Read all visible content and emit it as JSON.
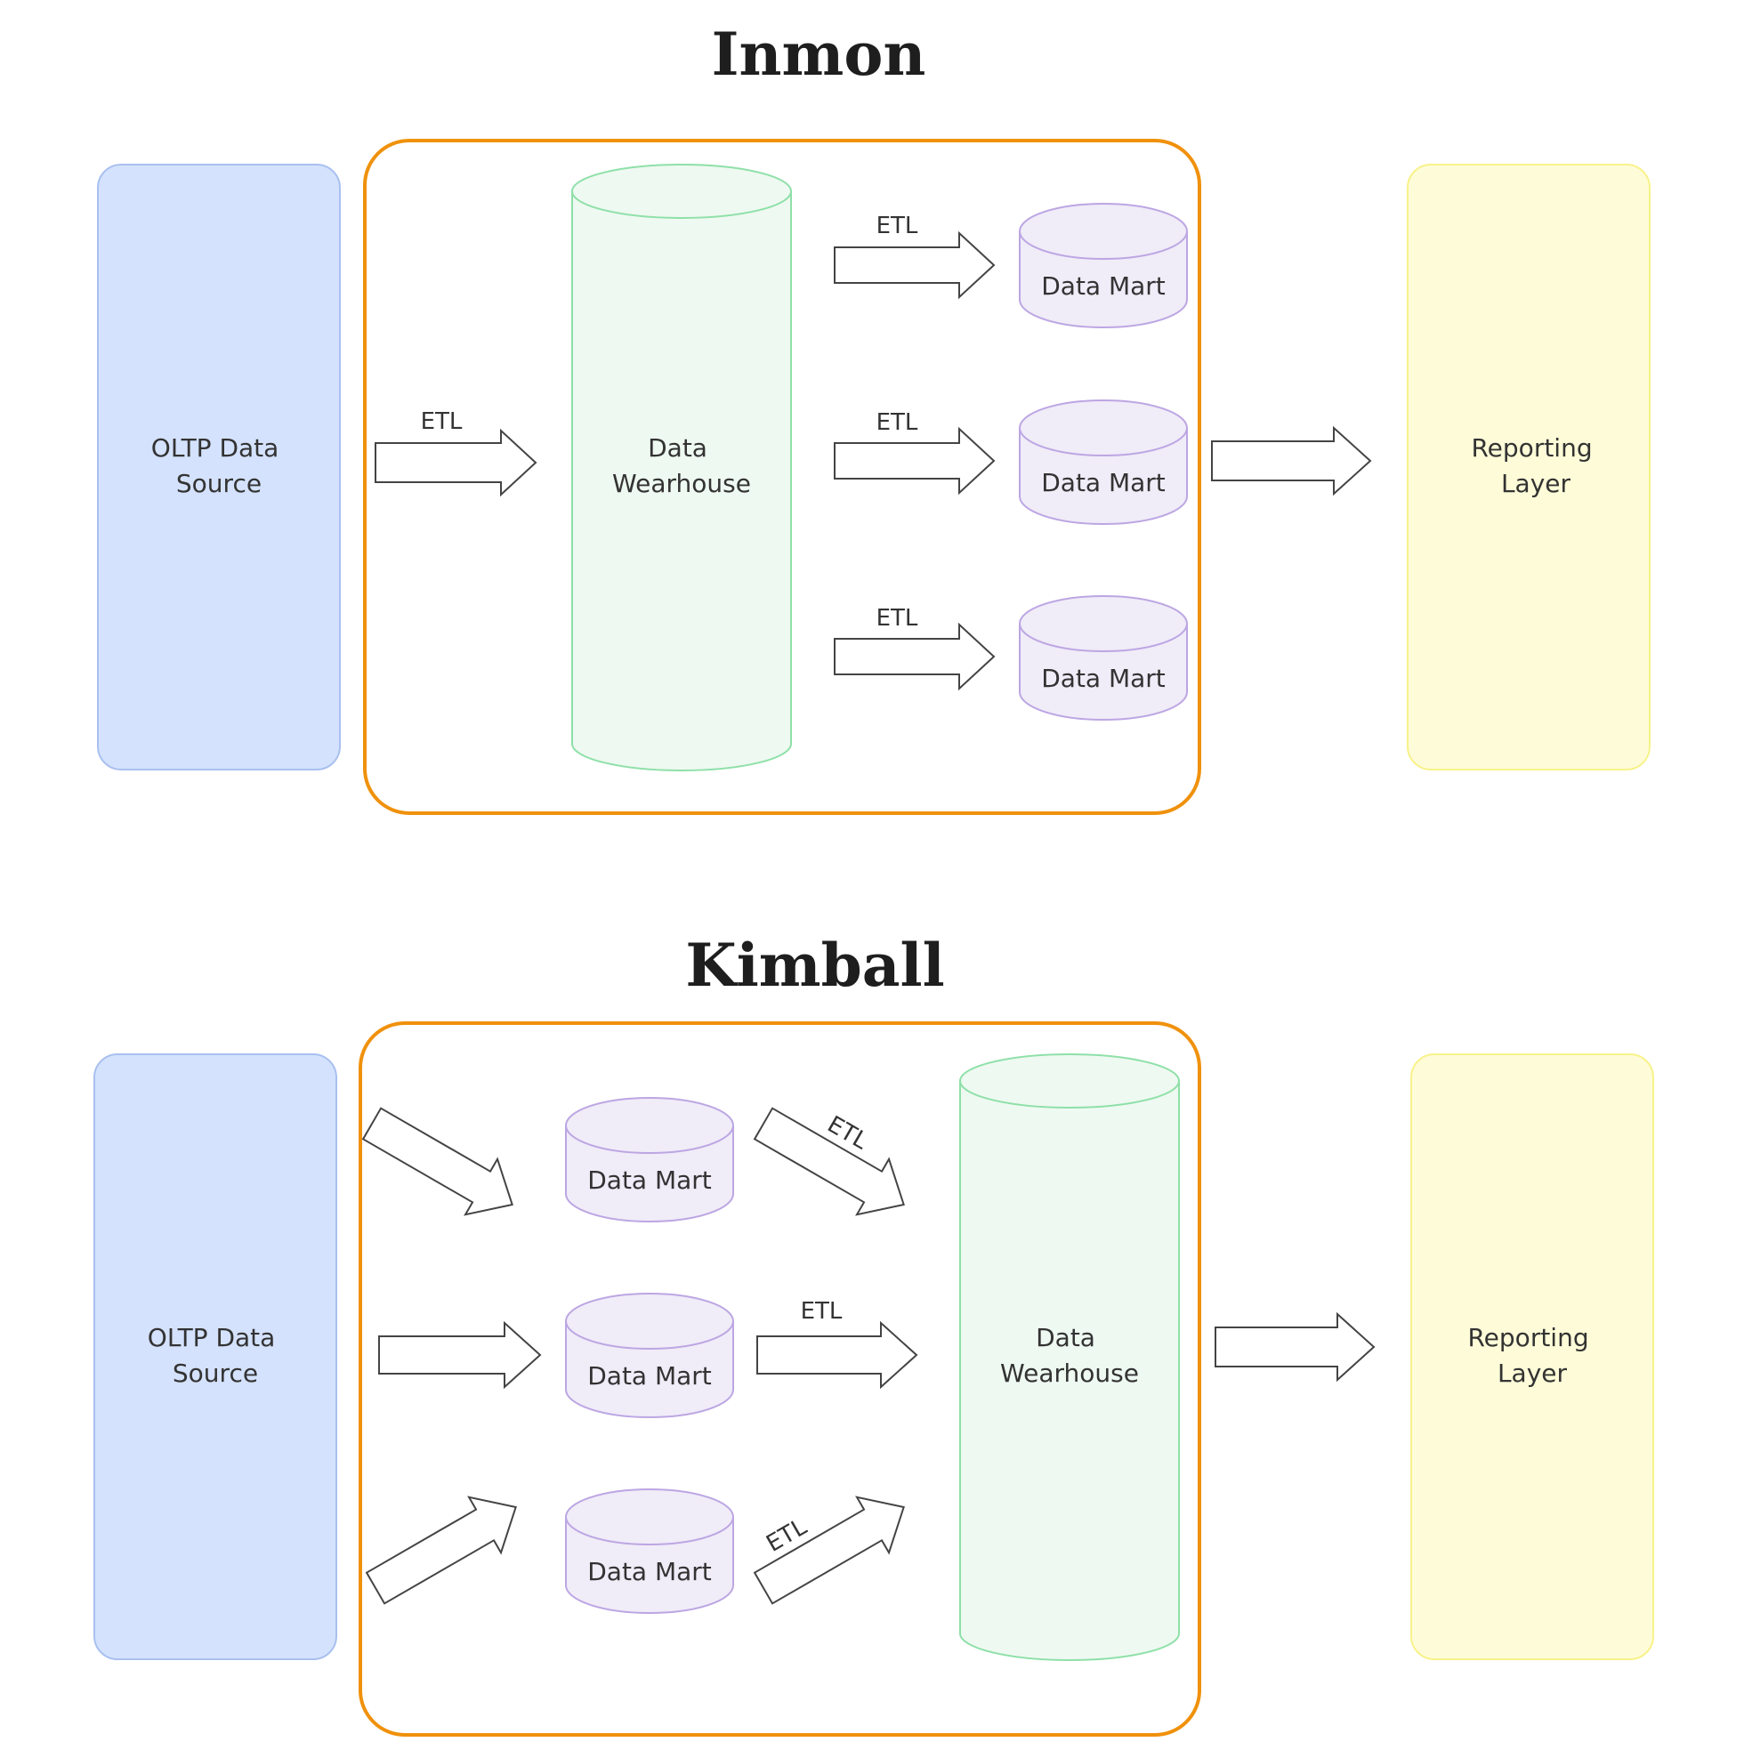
{
  "sections": [
    {
      "title": "Inmon",
      "source": [
        "OLTP Data",
        "Source"
      ],
      "warehouse": [
        "Data",
        "Wearhouse"
      ],
      "marts": [
        "Data Mart",
        "Data Mart",
        "Data Mart"
      ],
      "reporting": [
        "Reporting",
        "Layer"
      ],
      "etl_labels": [
        "ETL",
        "ETL",
        "ETL",
        "ETL"
      ]
    },
    {
      "title": "Kimball",
      "source": [
        "OLTP Data",
        "Source"
      ],
      "warehouse": [
        "Data",
        "Wearhouse"
      ],
      "marts": [
        "Data Mart",
        "Data Mart",
        "Data Mart"
      ],
      "reporting": [
        "Reporting",
        "Layer"
      ],
      "etl_labels": [
        "ETL",
        "ETL",
        "ETL"
      ]
    }
  ],
  "colors": {
    "source_fill": "#d4e2fd",
    "source_stroke": "#a9c0ef",
    "warehouse_fill": "#eef9f1",
    "warehouse_stroke": "#8ee0a8",
    "mart_fill": "#f0ecf8",
    "mart_stroke": "#bca6e3",
    "reporting_fill": "#fefcd8",
    "reporting_stroke": "#f8f28a",
    "container_stroke": "#f0910c",
    "arrow_stroke": "#444444"
  }
}
